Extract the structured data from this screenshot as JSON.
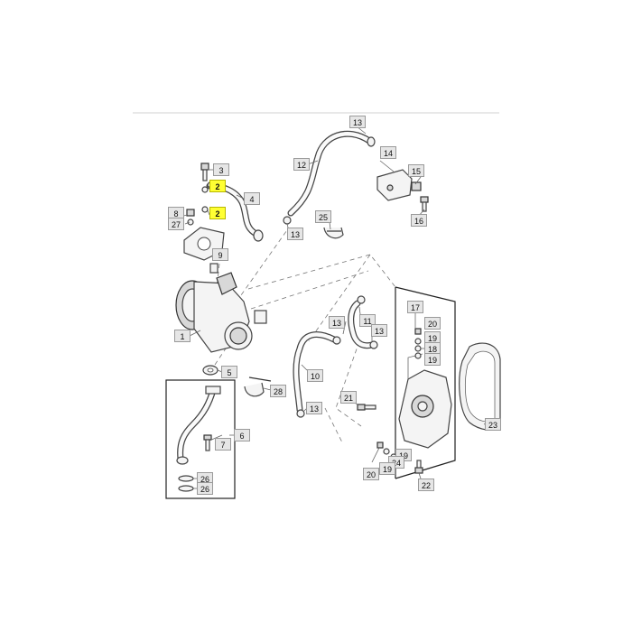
{
  "diagram": {
    "colors": {
      "highlight": "#ffff33",
      "callout": "#e6e6e6",
      "line": "#444444"
    },
    "callouts": [
      {
        "id": "c13a",
        "text": "13"
      },
      {
        "id": "c14",
        "text": "14"
      },
      {
        "id": "c12",
        "text": "12"
      },
      {
        "id": "c15",
        "text": "15"
      },
      {
        "id": "c3",
        "text": "3"
      },
      {
        "id": "c2a",
        "text": "2",
        "highlight": true
      },
      {
        "id": "c4",
        "text": "4"
      },
      {
        "id": "c8",
        "text": "8"
      },
      {
        "id": "c2b",
        "text": "2",
        "highlight": true
      },
      {
        "id": "c27",
        "text": "27"
      },
      {
        "id": "c25",
        "text": "25"
      },
      {
        "id": "c16",
        "text": "16"
      },
      {
        "id": "c13b",
        "text": "13"
      },
      {
        "id": "c9",
        "text": "9"
      },
      {
        "id": "c17",
        "text": "17"
      },
      {
        "id": "c13c",
        "text": "13"
      },
      {
        "id": "c11",
        "text": "11"
      },
      {
        "id": "c20a",
        "text": "20"
      },
      {
        "id": "c13d",
        "text": "13"
      },
      {
        "id": "c19a",
        "text": "19"
      },
      {
        "id": "c18",
        "text": "18"
      },
      {
        "id": "c1",
        "text": "1"
      },
      {
        "id": "c19b",
        "text": "19"
      },
      {
        "id": "c5",
        "text": "5"
      },
      {
        "id": "c10",
        "text": "10"
      },
      {
        "id": "c28",
        "text": "28"
      },
      {
        "id": "c21",
        "text": "21"
      },
      {
        "id": "c13e",
        "text": "13"
      },
      {
        "id": "c23",
        "text": "23"
      },
      {
        "id": "c6",
        "text": "6"
      },
      {
        "id": "c7",
        "text": "7"
      },
      {
        "id": "c19c",
        "text": "19"
      },
      {
        "id": "c24",
        "text": "24"
      },
      {
        "id": "c19d",
        "text": "19"
      },
      {
        "id": "c20b",
        "text": "20"
      },
      {
        "id": "c26a",
        "text": "26"
      },
      {
        "id": "c22",
        "text": "22"
      },
      {
        "id": "c26b",
        "text": "26"
      }
    ]
  }
}
